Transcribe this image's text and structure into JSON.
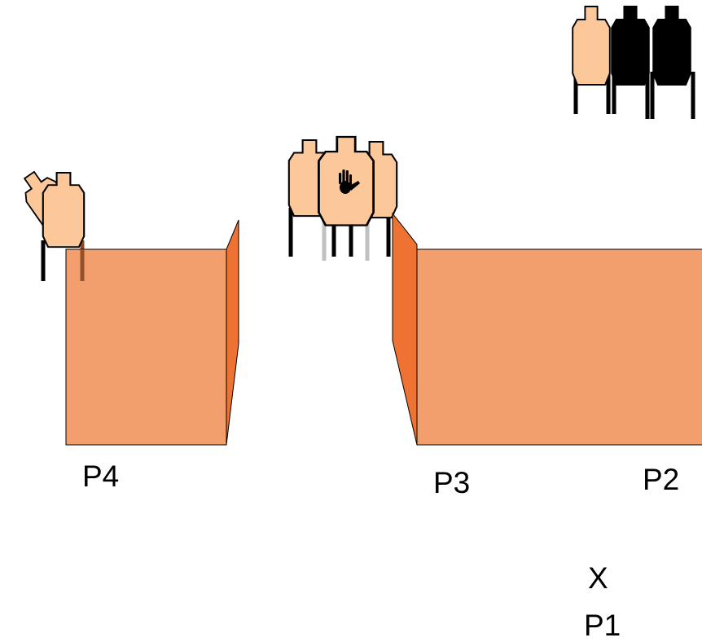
{
  "labels": {
    "p4": "P4",
    "p3": "P3",
    "p2": "P2",
    "x": "X",
    "p1": "P1"
  },
  "colors": {
    "target_paper": "#fdc899",
    "target_black": "#000000",
    "wall_face": "#f29e6d",
    "wall_side": "#ee7231",
    "no_shoot_hand": "#000000",
    "stick_gray": "#c0c0c0",
    "stick_brown": "#8a4a25"
  },
  "icons": {
    "no_shoot": "hand-icon"
  }
}
